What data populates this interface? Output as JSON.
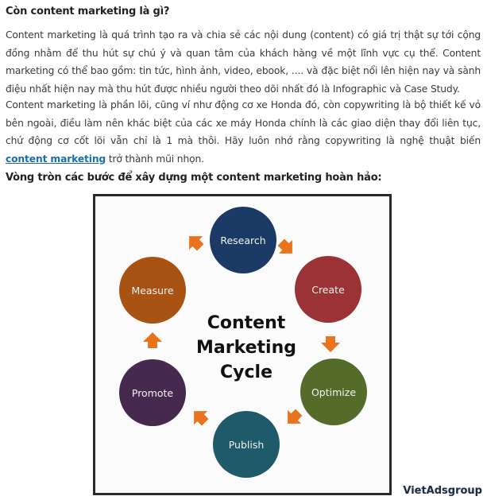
{
  "article": {
    "heading_1": "Còn content marketing là gì?",
    "paragraph_1": "Content marketing là quá trình tạo ra và chia sẻ các nội dung (content) có giá trị thật sự tới cộng đồng nhằm để thu hút sự chú ý và quan tâm của khách hàng về một lĩnh vực cụ thể. Content marketing có thể bao gồm: tin tức, hình ảnh, video, ebook, .... và đặc biệt nổi lên hiện nay và sành điệu nhất hiện nay mà thu hút được nhiều người theo dõi nhất đó là Infographic và Case Study.",
    "paragraph_2_before_link": "Content marketing là phần lõi, cũng ví như động cơ xe Honda đó, còn copywriting là bộ thiết kế vỏ bên ngoài, điều làm nên khác biệt của các xe máy Honda chính là các giao diện thay đổi liên tục, chứ động cơ cốt lõi vẫn chỉ là 1 mà thôi. Hãy luôn nhớ rằng copywriting là nghệ thuật biến ",
    "paragraph_2_link": "content marketing",
    "paragraph_2_after_link": " trở thành mũi nhọn.",
    "heading_2": "Vòng tròn các bước để xây dựng một content marketing hoàn hảo:"
  },
  "figure": {
    "title_line_1": "Content",
    "title_line_2": "Marketing",
    "title_line_3": "Cycle",
    "steps": [
      {
        "label": "Research",
        "color": "#1c3a66"
      },
      {
        "label": "Create",
        "color": "#9a3236"
      },
      {
        "label": "Optimize",
        "color": "#556b2a"
      },
      {
        "label": "Publish",
        "color": "#1f5a6a"
      },
      {
        "label": "Promote",
        "color": "#45294f"
      },
      {
        "label": "Measure",
        "color": "#a85214"
      }
    ],
    "arrow_color": "#e8741e"
  },
  "watermark": "VietAdsgroup"
}
